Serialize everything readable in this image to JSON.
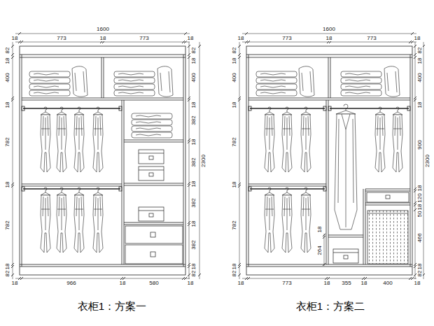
{
  "diagram": {
    "labels": [
      "1600",
      "18",
      "773",
      "18",
      "773",
      "18",
      "82",
      "18",
      "400",
      "18",
      "782",
      "18",
      "782",
      "18",
      "82",
      "82",
      "18",
      "400",
      "18",
      "382",
      "18",
      "382",
      "18",
      "382",
      "18",
      "382",
      "18",
      "82",
      "2300",
      "18",
      "966",
      "18",
      "580",
      "18",
      "衣柜1：方案一",
      "1600",
      "18",
      "773",
      "18",
      "773",
      "18",
      "82",
      "18",
      "400",
      "18",
      "782",
      "18",
      "782",
      "18",
      "82",
      "18",
      "264",
      "82",
      "18",
      "400",
      "18",
      "900",
      "18",
      "120",
      "18",
      "50",
      "466",
      "18",
      "82",
      "2300",
      "18",
      "773",
      "18",
      "355",
      "18",
      "400",
      "18",
      "衣柜1：方案二"
    ]
  }
}
